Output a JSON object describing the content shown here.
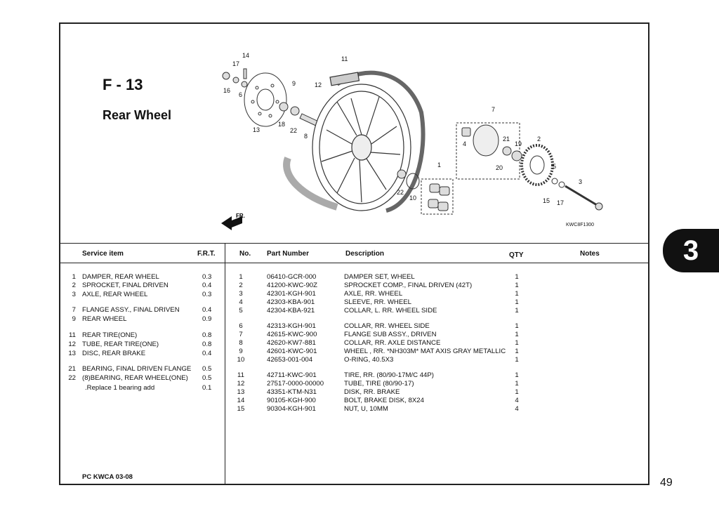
{
  "figure": {
    "code": "F - 13",
    "name": "Rear Wheel",
    "ref": "KWC8F1300",
    "fr_label": "FR."
  },
  "tab_label": "3",
  "page_number": "49",
  "footer": "PC KWCA 03-08",
  "headers": {
    "service_item": "Service item",
    "frt": "F.R.T.",
    "no": "No.",
    "part_number": "Part Number",
    "description": "Description",
    "qty": "QTY",
    "notes": "Notes"
  },
  "service_items": [
    {
      "no": "1",
      "name": "DAMPER, REAR WHEEL",
      "frt": "0.3"
    },
    {
      "no": "2",
      "name": "SPROCKET, FINAL DRIVEN",
      "frt": "0.4"
    },
    {
      "no": "3",
      "name": "AXLE, REAR WHEEL",
      "frt": "0.3"
    },
    {
      "no": "7",
      "name": "FLANGE ASSY., FINAL DRIVEN",
      "frt": "0.4"
    },
    {
      "no": "9",
      "name": "REAR WHEEL",
      "frt": "0.9"
    },
    {
      "no": "11",
      "name": "REAR TIRE(ONE)",
      "frt": "0.8"
    },
    {
      "no": "12",
      "name": "TUBE, REAR TIRE(ONE)",
      "frt": "0.8"
    },
    {
      "no": "13",
      "name": "DISC, REAR BRAKE",
      "frt": "0.4"
    },
    {
      "no": "21",
      "name": "BEARING, FINAL DRIVEN FLANGE",
      "frt": "0.5"
    },
    {
      "no": "22",
      "name": "(8)BEARING, REAR WHEEL(ONE)",
      "frt": "0.5"
    },
    {
      "no": "",
      "name": ".Replace 1 bearing add",
      "frt": "0.1"
    }
  ],
  "parts": [
    {
      "no": "1",
      "part": "06410-GCR-000",
      "desc": "DAMPER SET, WHEEL",
      "qty": "1"
    },
    {
      "no": "2",
      "part": "41200-KWC-90Z",
      "desc": "SPROCKET COMP., FINAL DRIVEN (42T)",
      "qty": "1"
    },
    {
      "no": "3",
      "part": "42301-KGH-901",
      "desc": "AXLE, RR. WHEEL",
      "qty": "1"
    },
    {
      "no": "4",
      "part": "42303-KBA-901",
      "desc": "SLEEVE, RR. WHEEL",
      "qty": "1"
    },
    {
      "no": "5",
      "part": "42304-KBA-921",
      "desc": "COLLAR, L. RR. WHEEL SIDE",
      "qty": "1"
    },
    {
      "no": "6",
      "part": "42313-KGH-901",
      "desc": "COLLAR, RR. WHEEL SIDE",
      "qty": "1"
    },
    {
      "no": "7",
      "part": "42615-KWC-900",
      "desc": "FLANGE SUB ASSY., DRIVEN",
      "qty": "1"
    },
    {
      "no": "8",
      "part": "42620-KW7-881",
      "desc": "COLLAR, RR. AXLE DISTANCE",
      "qty": "1"
    },
    {
      "no": "9",
      "part": "42601-KWC-901",
      "desc": "WHEEL , RR. *NH303M* MAT AXIS GRAY METALLIC",
      "qty": "1"
    },
    {
      "no": "10",
      "part": "42653-001-004",
      "desc": "O-RING, 40.5X3",
      "qty": "1"
    },
    {
      "no": "11",
      "part": "42711-KWC-901",
      "desc": "TIRE, RR. (80/90-17M/C 44P)",
      "qty": "1"
    },
    {
      "no": "12",
      "part": "27517-0000-00000",
      "desc": "TUBE, TIRE (80/90-17)",
      "qty": "1"
    },
    {
      "no": "13",
      "part": "43351-KTM-N31",
      "desc": "DISK, RR. BRAKE",
      "qty": "1"
    },
    {
      "no": "14",
      "part": "90105-KGH-900",
      "desc": "BOLT, BRAKE DISK, 8X24",
      "qty": "4"
    },
    {
      "no": "15",
      "part": "90304-KGH-901",
      "desc": "NUT, U, 10MM",
      "qty": "4"
    }
  ],
  "callouts": [
    "14",
    "17",
    "16",
    "6",
    "9",
    "12",
    "11",
    "13",
    "18",
    "22",
    "8",
    "7",
    "4",
    "21",
    "19",
    "20",
    "2",
    "1",
    "5",
    "3",
    "22",
    "10",
    "15",
    "17"
  ]
}
